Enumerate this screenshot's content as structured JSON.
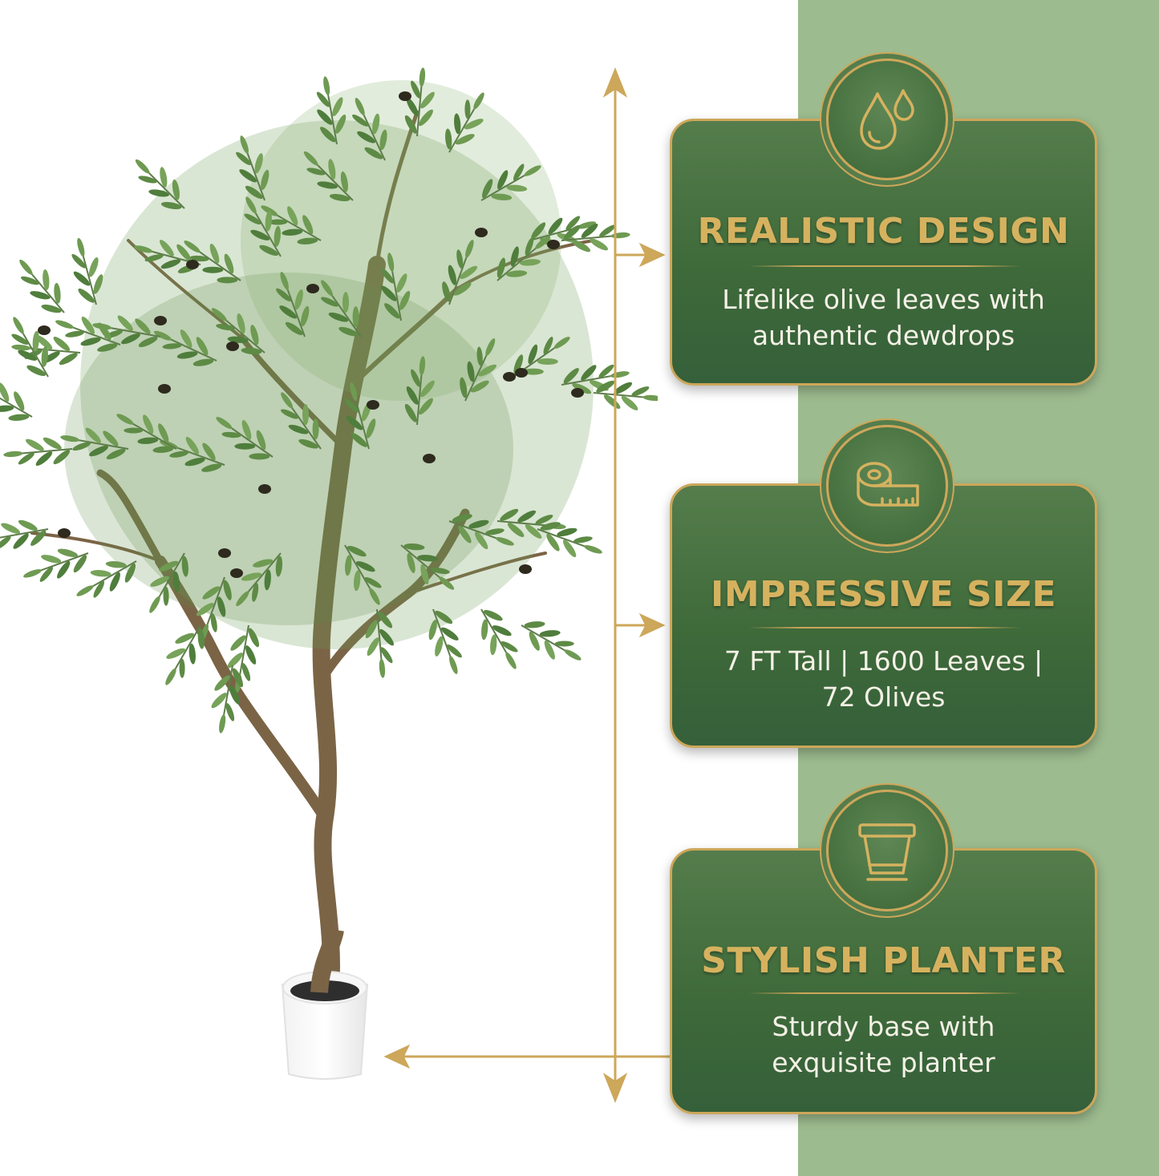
{
  "colors": {
    "panel_green": "#9cbb8e",
    "card_green": "#46703f",
    "gold": "#cda75a",
    "title_gold": "#d6b25f",
    "text_light": "#f4f1e6"
  },
  "features": [
    {
      "icon": "water-drops-icon",
      "title": "REALISTIC DESIGN",
      "line1": "Lifelike olive leaves with",
      "line2": "authentic dewdrops"
    },
    {
      "icon": "measuring-tape-icon",
      "title": "IMPRESSIVE SIZE",
      "line1": "7 FT Tall | 1600 Leaves |",
      "line2": "72 Olives"
    },
    {
      "icon": "planter-pot-icon",
      "title": "STYLISH PLANTER",
      "line1": "Sturdy base with",
      "line2": "exquisite planter"
    }
  ]
}
